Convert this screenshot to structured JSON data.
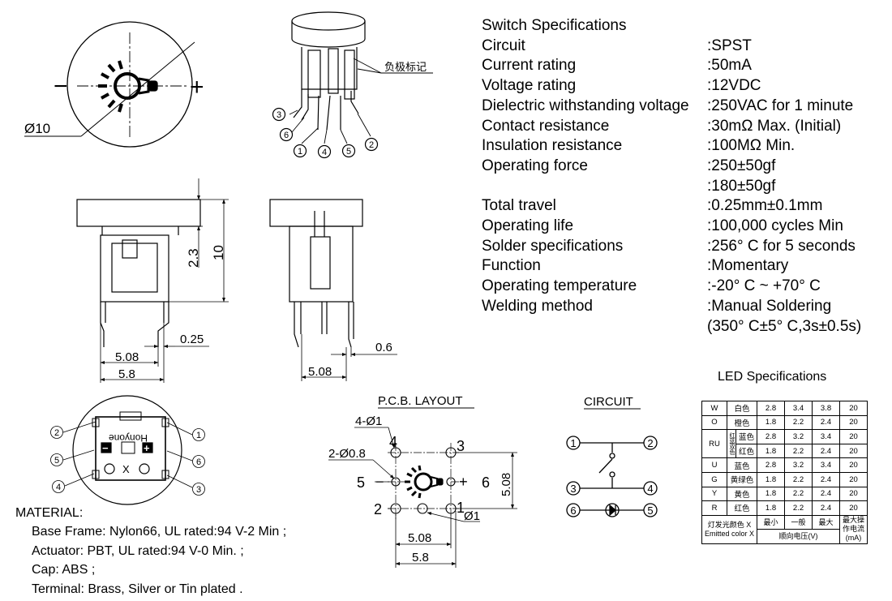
{
  "spec": {
    "title": "Switch Specifications",
    "rows": [
      {
        "label": "Circuit",
        "value": ":SPST"
      },
      {
        "label": "Current rating",
        "value": ":50mA"
      },
      {
        "label": "Voltage rating",
        "value": ":12VDC"
      },
      {
        "label": "Dielectric withstanding voltage",
        "value": ":250VAC for 1 minute"
      },
      {
        "label": "Contact resistance",
        "value": ":30mΩ   Max. (Initial)"
      },
      {
        "label": "Insulation resistance",
        "value": ":100MΩ   Min."
      },
      {
        "label": "Operating force",
        "value": ":250±50gf"
      },
      {
        "label": "",
        "value": ":180±50gf"
      },
      {
        "label": "Total travel",
        "value": ":0.25mm±0.1mm"
      },
      {
        "label": "Operating life",
        "value": ":100,000 cycles Min"
      },
      {
        "label": "Solder specifications",
        "value": ":256° C for 5 seconds"
      },
      {
        "label": "Function",
        "value": ":Momentary"
      },
      {
        "label": "Operating temperature",
        "value": ":-20° C ~ +70° C"
      },
      {
        "label": "Welding method",
        "value": ":Manual Soldering"
      },
      {
        "label": "",
        "value": "(350° C±5° C,3s±0.5s)"
      }
    ]
  },
  "material": {
    "title": "MATERIAL:",
    "items": [
      "Base Frame: Nylon66, UL rated:94 V-2 Min ;",
      "Actuator:  PBT, UL rated:94 V-0 Min. ;",
      "Cap:  ABS ;",
      "Terminal: Brass, Silver or Tin plated ."
    ]
  },
  "led": {
    "title": "LED Specifications",
    "rows": {
      "w": {
        "code": "W",
        "color": "白色",
        "min": "2.8",
        "typ": "3.4",
        "max": "3.8",
        "cur": "20"
      },
      "o": {
        "code": "O",
        "color": "橙色",
        "min": "1.8",
        "typ": "2.2",
        "max": "2.4",
        "cur": "20"
      },
      "ru": {
        "code": "RU",
        "group": "红蓝双色",
        "a": {
          "color": "蓝色",
          "min": "2.8",
          "typ": "3.2",
          "max": "3.4",
          "cur": "20"
        },
        "b": {
          "color": "红色",
          "min": "1.8",
          "typ": "2.2",
          "max": "2.4",
          "cur": "20"
        }
      },
      "u": {
        "code": "U",
        "color": "蓝色",
        "min": "2.8",
        "typ": "3.2",
        "max": "3.4",
        "cur": "20"
      },
      "g": {
        "code": "G",
        "color": "黄绿色",
        "min": "1.8",
        "typ": "2.2",
        "max": "2.4",
        "cur": "20"
      },
      "y": {
        "code": "Y",
        "color": "黄色",
        "min": "1.8",
        "typ": "2.2",
        "max": "2.4",
        "cur": "20"
      },
      "r": {
        "code": "R",
        "color": "红色",
        "min": "1.8",
        "typ": "2.2",
        "max": "2.4",
        "cur": "20"
      }
    },
    "footer": {
      "emit_cn": "灯发光颜色 X",
      "emit_en": "Emitted color X",
      "min": "最小",
      "typ": "一般",
      "max": "最大",
      "cur1": "最大操",
      "cur2": "作电流",
      "cur3": "(mA)",
      "vf": "顺向电压(V)"
    }
  },
  "drawing": {
    "top_view": {
      "diameter": "Ø10",
      "minus": "−",
      "plus": "+"
    },
    "side_view": {
      "cathode_mark": "负极标记",
      "pins": [
        "3",
        "6",
        "1",
        "4",
        "5",
        "2"
      ]
    },
    "front_view": {
      "dim_h1": "2.3",
      "dim_h2": "10",
      "dim_w1": "5.08",
      "dim_w2": "5.8",
      "dim_t": "0.25"
    },
    "right_view": {
      "dim_w": "5.08",
      "dim_t": "0.6"
    },
    "bottom_view": {
      "brand": "Honyone",
      "pins": [
        "2",
        "5",
        "4",
        "1",
        "6",
        "3"
      ],
      "minus": "−",
      "plus": "+",
      "x": "X"
    },
    "pcb": {
      "title": "P.C.B. LAYOUT",
      "holes4": "4-Ø1",
      "holes2": "2-Ø0.8",
      "hole1": "Ø1",
      "dim_v": "5.08",
      "dim_w1": "5.08",
      "dim_w2": "5.8",
      "pins": {
        "p1": "1",
        "p2": "2",
        "p3": "3",
        "p4": "4",
        "p5": "5",
        "p6": "6"
      },
      "minus": "−",
      "plus": "+"
    },
    "circuit": {
      "title": "CIRCUIT",
      "pins": [
        "1",
        "2",
        "3",
        "4",
        "6",
        "5"
      ]
    }
  }
}
